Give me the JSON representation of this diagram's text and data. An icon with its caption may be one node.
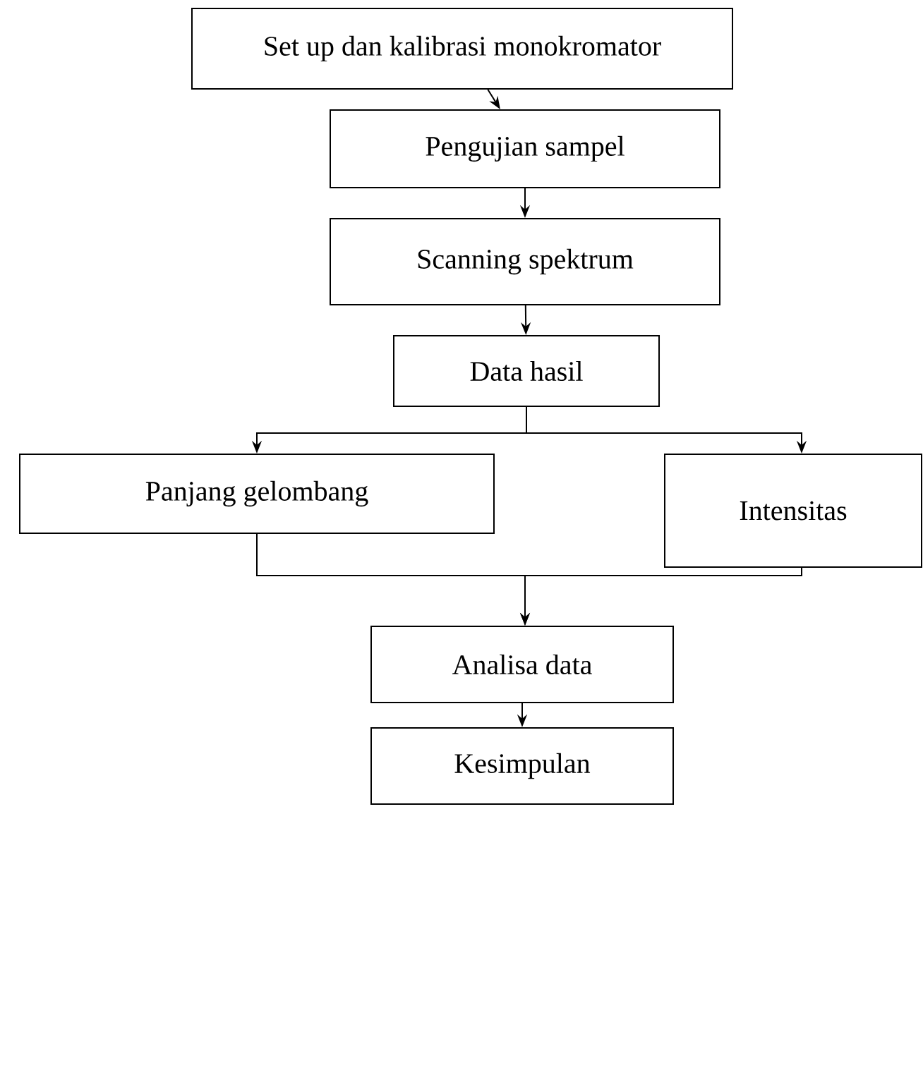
{
  "diagram": {
    "nodes": [
      {
        "text": [
          "Set up dan kalibrasi monokromator"
        ]
      },
      {
        "text": [
          "Pengujian sampel"
        ]
      },
      {
        "text": [
          "Scanning spektrum"
        ]
      },
      {
        "text": [
          "Data hasil"
        ]
      },
      {
        "text": [
          "Panjang gelombang"
        ]
      },
      {
        "text": [
          "Intensitas"
        ]
      },
      {
        "text": [
          "Analisa data"
        ]
      },
      {
        "text": [
          "Kesimpulan"
        ]
      }
    ],
    "edges": [
      {
        "from": 0,
        "to": 1,
        "arrow": "to"
      },
      {
        "from": 1,
        "to": 2,
        "arrow": "to"
      },
      {
        "from": 2,
        "to": 3,
        "arrow": "to"
      },
      {
        "from": 3,
        "to": 4,
        "arrow": "to"
      },
      {
        "from": 3,
        "to": 5,
        "arrow": "to"
      },
      {
        "from": 4,
        "to": 6,
        "arrow": "to"
      },
      {
        "from": 5,
        "to": 6,
        "arrow": "to"
      },
      {
        "from": 6,
        "to": 7,
        "arrow": "to"
      }
    ]
  }
}
